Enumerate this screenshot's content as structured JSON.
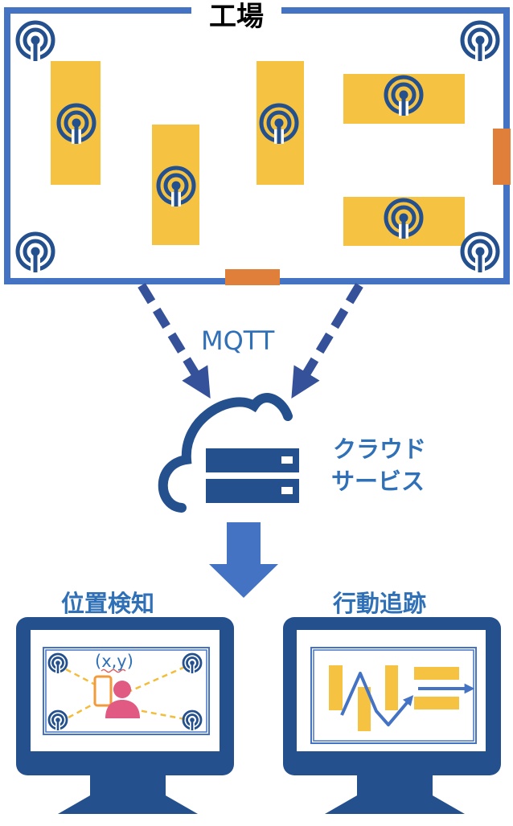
{
  "factory": {
    "title": "工場"
  },
  "protocol": {
    "label": "MQTT"
  },
  "cloud": {
    "line1": "クラウド",
    "line2": "サービス"
  },
  "monitor_location": {
    "title": "位置検知",
    "coords": "(x,y)"
  },
  "monitor_tracking": {
    "title": "行動追跡"
  },
  "colors": {
    "frame": "#4573c4",
    "navy": "#24508e",
    "rack": "#f5c242",
    "gate": "#e07f3a",
    "arrow": "#35519a",
    "label": "#2f70b7",
    "person": "#e05a83",
    "phone": "#f29b3b",
    "dashed_line": "#f3bd3b"
  },
  "icons": [
    "beacon-icon",
    "cloud-server-icon",
    "monitor-icon",
    "person-icon",
    "smartphone-icon"
  ]
}
